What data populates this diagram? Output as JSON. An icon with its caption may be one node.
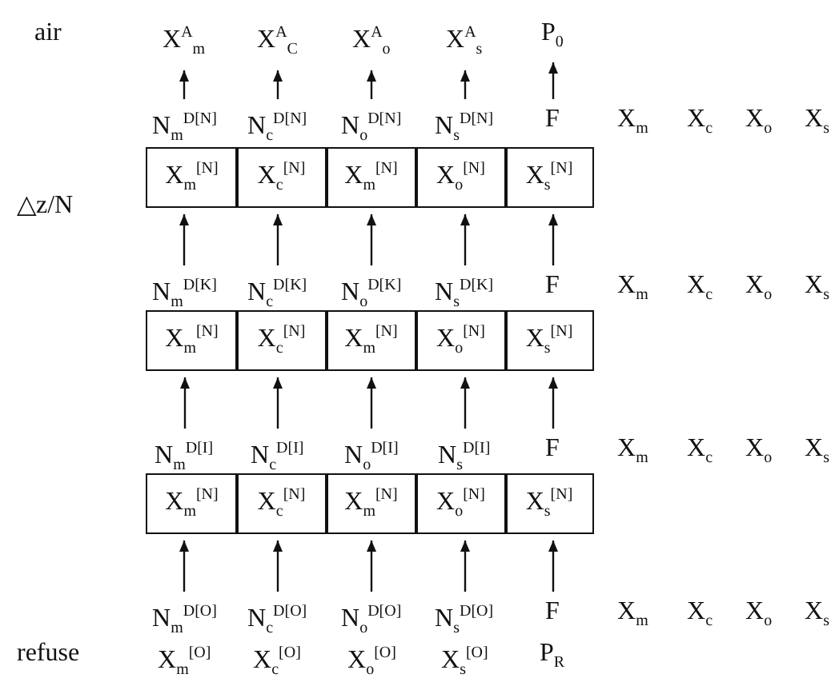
{
  "diagram": {
    "nodes": [
      {
        "text": [
          "X$^{A}$$_{m}$"
        ]
      },
      {
        "text": [
          "X$^{A}$$_{C}$"
        ]
      },
      {
        "text": [
          "X$^{A}$$_{o}$"
        ]
      },
      {
        "text": [
          "X$^{A}$$_{s}$"
        ]
      },
      {
        "text": [
          "P$_{0}$"
        ]
      },
      {
        "text": [
          "N$_{m}$$^{D[N]}$"
        ]
      },
      {
        "text": [
          "N$_{c}$$^{D[N]}$"
        ]
      },
      {
        "text": [
          "N$_{o}$$^{D[N]}$"
        ]
      },
      {
        "text": [
          "N$_{s}$$^{D[N]}$"
        ]
      },
      {
        "text": [
          "F"
        ]
      },
      {
        "text": [
          "X$_{m}$$^{[N]}$"
        ]
      },
      {
        "text": [
          "X$_{c}$$^{[N]}$"
        ]
      },
      {
        "text": [
          "X$_{m}$$^{[N]}$"
        ]
      },
      {
        "text": [
          "X$_{o}$$^{[N]}$"
        ]
      },
      {
        "text": [
          "X$_{s}$$^{[N]}$"
        ]
      },
      {
        "text": [
          "N$_{m}$$^{D[K]}$"
        ]
      },
      {
        "text": [
          "N$_{c}$$^{D[K]}$"
        ]
      },
      {
        "text": [
          "N$_{o}$$^{D[K]}$"
        ]
      },
      {
        "text": [
          "N$_{s}$$^{D[K]}$"
        ]
      },
      {
        "text": [
          "F"
        ]
      },
      {
        "text": [
          "X$_{m}$$^{[N]}$"
        ]
      },
      {
        "text": [
          "X$_{c}$$^{[N]}$"
        ]
      },
      {
        "text": [
          "X$_{m}$$^{[N]}$"
        ]
      },
      {
        "text": [
          "X$_{o}$$^{[N]}$"
        ]
      },
      {
        "text": [
          "X$_{s}$$^{[N]}$"
        ]
      },
      {
        "text": [
          "N$_{m}$$^{D[I]}$"
        ]
      },
      {
        "text": [
          "N$_{c}$$^{D[I]}$"
        ]
      },
      {
        "text": [
          "N$_{o}$$^{D[I]}$"
        ]
      },
      {
        "text": [
          "N$_{s}$$^{D[I]}$"
        ]
      },
      {
        "text": [
          "F"
        ]
      },
      {
        "text": [
          "X$_{m}$$^{[N]}$"
        ]
      },
      {
        "text": [
          "X$_{c}$$^{[N]}$"
        ]
      },
      {
        "text": [
          "X$_{m}$$^{[N]}$"
        ]
      },
      {
        "text": [
          "X$_{o}$$^{[N]}$"
        ]
      },
      {
        "text": [
          "X$_{s}$$^{[N]}$"
        ]
      },
      {
        "text": [
          "N$_{m}$$^{D[O]}$"
        ]
      },
      {
        "text": [
          "N$_{c}$$^{D[O]}$"
        ]
      },
      {
        "text": [
          "N$_{o}$$^{D[O]}$"
        ]
      },
      {
        "text": [
          "N$_{s}$$^{D[O]}$"
        ]
      },
      {
        "text": [
          "F"
        ]
      }
    ],
    "edges": [
      {
        "from": 5,
        "to": 0,
        "arrow": "to"
      },
      {
        "from": 6,
        "to": 1,
        "arrow": "to"
      },
      {
        "from": 7,
        "to": 2,
        "arrow": "to"
      },
      {
        "from": 8,
        "to": 3,
        "arrow": "to"
      },
      {
        "from": 9,
        "to": 4,
        "arrow": "to"
      },
      {
        "from": 15,
        "to": 10,
        "arrow": "to"
      },
      {
        "from": 16,
        "to": 11,
        "arrow": "to"
      },
      {
        "from": 17,
        "to": 12,
        "arrow": "to"
      },
      {
        "from": 18,
        "to": 13,
        "arrow": "to"
      },
      {
        "from": 19,
        "to": 14,
        "arrow": "to"
      },
      {
        "from": 25,
        "to": 20,
        "arrow": "to"
      },
      {
        "from": 26,
        "to": 21,
        "arrow": "to"
      },
      {
        "from": 27,
        "to": 22,
        "arrow": "to"
      },
      {
        "from": 28,
        "to": 23,
        "arrow": "to"
      },
      {
        "from": 29,
        "to": 24,
        "arrow": "to"
      },
      {
        "from": 35,
        "to": 30,
        "arrow": "to"
      },
      {
        "from": 36,
        "to": 31,
        "arrow": "to"
      },
      {
        "from": 37,
        "to": 32,
        "arrow": "to"
      },
      {
        "from": 38,
        "to": 33,
        "arrow": "to"
      },
      {
        "from": 39,
        "to": 34,
        "arrow": "to"
      }
    ],
    "labels": [
      "air",
      "X$_{m}$",
      "X$_{c}$",
      "X$_{o}$",
      "X$_{s}$",
      "△z/N",
      "X$_{m}$",
      "X$_{c}$",
      "X$_{o}$",
      "X$_{s}$",
      "X$_{m}$",
      "X$_{c}$",
      "X$_{o}$",
      "X$_{s}$",
      "X$_{m}$",
      "X$_{c}$",
      "X$_{o}$",
      "X$_{s}$",
      "refuse",
      "X$_{m}$$^{[O]}$",
      "X$_{c}$$^{[O]}$",
      "X$_{o}$$^{[O]}$",
      "X$_{s}$$^{[O]}$",
      "P$_{R}$"
    ]
  }
}
